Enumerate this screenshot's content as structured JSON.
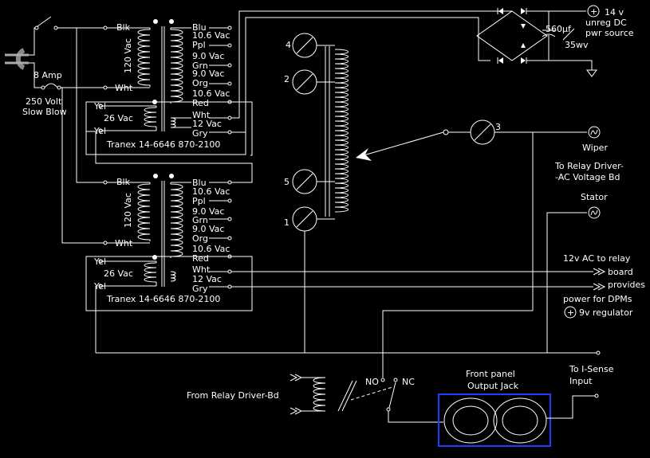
{
  "colors": {
    "background": "#000000",
    "wire": "#ffffff",
    "jack_outline": "#1f3cff"
  },
  "mains": {
    "fuse_label_1": "8 Amp",
    "fuse_label_2": "250 Volt",
    "fuse_label_3": "Slow Blow"
  },
  "transformers": [
    {
      "primary_label": "120 Vac",
      "pin_blk": "Blk",
      "pin_wht": "Wht",
      "secondary_labels": [
        "Blu",
        "10.6 Vac",
        "Ppl",
        "9.0 Vac",
        "Grn",
        "9.0 Vac",
        "Org",
        "10.6 Vac",
        "Red",
        "Wht",
        "12 Vac",
        "Gry"
      ],
      "aux_labels": [
        "Yel",
        "26 Vac",
        "Yel"
      ],
      "part_label": "Tranex 14-6646 870-2100"
    },
    {
      "primary_label": "120 Vac",
      "pin_blk": "Blk",
      "pin_wht": "Wht",
      "secondary_labels": [
        "Blu",
        "10.6 Vac",
        "Ppl",
        "9.0 Vac",
        "Grn",
        "9.0 Vac",
        "Org",
        "10.6 Vac",
        "Red",
        "Wht",
        "12 Vac",
        "Gry"
      ],
      "aux_labels": [
        "Yel",
        "26 Vac",
        "Yel"
      ],
      "part_label": "Tranex 14-6646 870-2100"
    }
  ],
  "switch_positions": [
    "4",
    "2",
    "5",
    "1",
    "3"
  ],
  "dc_supply": {
    "cap_label": "560µf",
    "cap_rating": "35wv",
    "plus_symbol": "+",
    "label_lines": [
      "14 v",
      "unreg DC",
      "pwr source"
    ]
  },
  "outputs": {
    "wiper": "Wiper",
    "relay_driver_lines": [
      "To Relay Driver-",
      "-AC Voltage Bd"
    ],
    "stator": "Stator",
    "relay_board_lines": [
      "12v AC to relay",
      "board",
      "provides",
      "power for DPMs"
    ],
    "regulator": "9v regulator",
    "plus_symbol": "+",
    "isense_lines": [
      "To I-Sense",
      "Input"
    ]
  },
  "relay": {
    "from_label": "From Relay Driver-Bd",
    "no_label": "NO",
    "nc_label": "NC"
  },
  "jack": {
    "label_lines": [
      "Front  panel",
      "Output Jack"
    ]
  }
}
